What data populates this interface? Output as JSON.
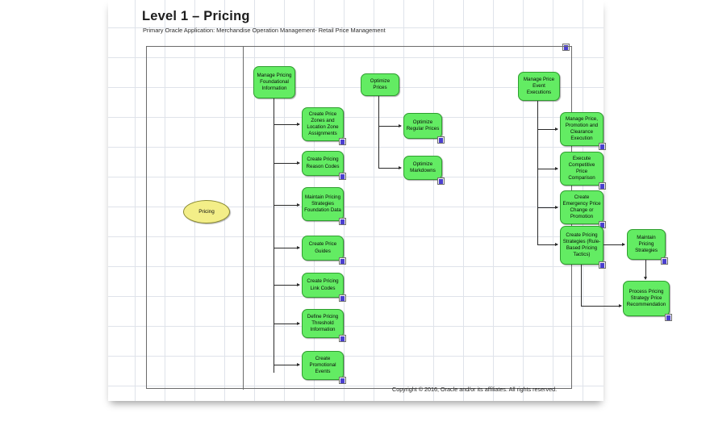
{
  "page": {
    "title": "Level 1 – Pricing",
    "subtitle": "Primary Oracle Application: Merchandise Operation Management- Retail Price Management",
    "footer": "Copyright © 2016, Oracle and/or its affiliates. All rights reserved.",
    "drill_icon_name": "drill-down-icon"
  },
  "colors": {
    "node_fill": "#63ec63",
    "node_border": "#2f9e2f",
    "start_fill": "#f3ee88",
    "start_border": "#8b8b33",
    "frame_border": "#6b6b6b",
    "connector": "#2a2a2a",
    "grid": "#dfe3ea"
  },
  "diagram": {
    "start_node": {
      "label": "Pricing"
    },
    "groups": [
      {
        "id": "foundational",
        "parent": {
          "label": "Manage Pricing Foundational Information"
        },
        "children": [
          {
            "label": "Create Price Zones and Location Zone Assignments"
          },
          {
            "label": "Create Pricing Reason Codes"
          },
          {
            "label": "Maintain Pricing Strategies Foundation Data"
          },
          {
            "label": "Create Price Guides"
          },
          {
            "label": "Create Pricing Link Codes"
          },
          {
            "label": "Define Pricing Threshold Information"
          },
          {
            "label": "Create Promotional Events"
          }
        ]
      },
      {
        "id": "optimize",
        "parent": {
          "label": "Optimize Prices"
        },
        "children": [
          {
            "label": "Optimize Regular Prices"
          },
          {
            "label": "Optimize Markdowns"
          }
        ]
      },
      {
        "id": "execution",
        "parent": {
          "label": "Manage Price Event Executions"
        },
        "children": [
          {
            "label": "Manage Price, Promotion and Clearance Execution"
          },
          {
            "label": "Execute Competitive Price Comparison"
          },
          {
            "label": "Create Emergency Price Change or Promotion"
          },
          {
            "label": "Create Pricing Strategies (Rule-Based Pricing Tactics)"
          }
        ]
      },
      {
        "id": "strategy",
        "children": [
          {
            "label": "Maintain Pricing Strategies"
          },
          {
            "label": "Process Pricing Strategy Price Recommendation"
          }
        ]
      }
    ]
  }
}
